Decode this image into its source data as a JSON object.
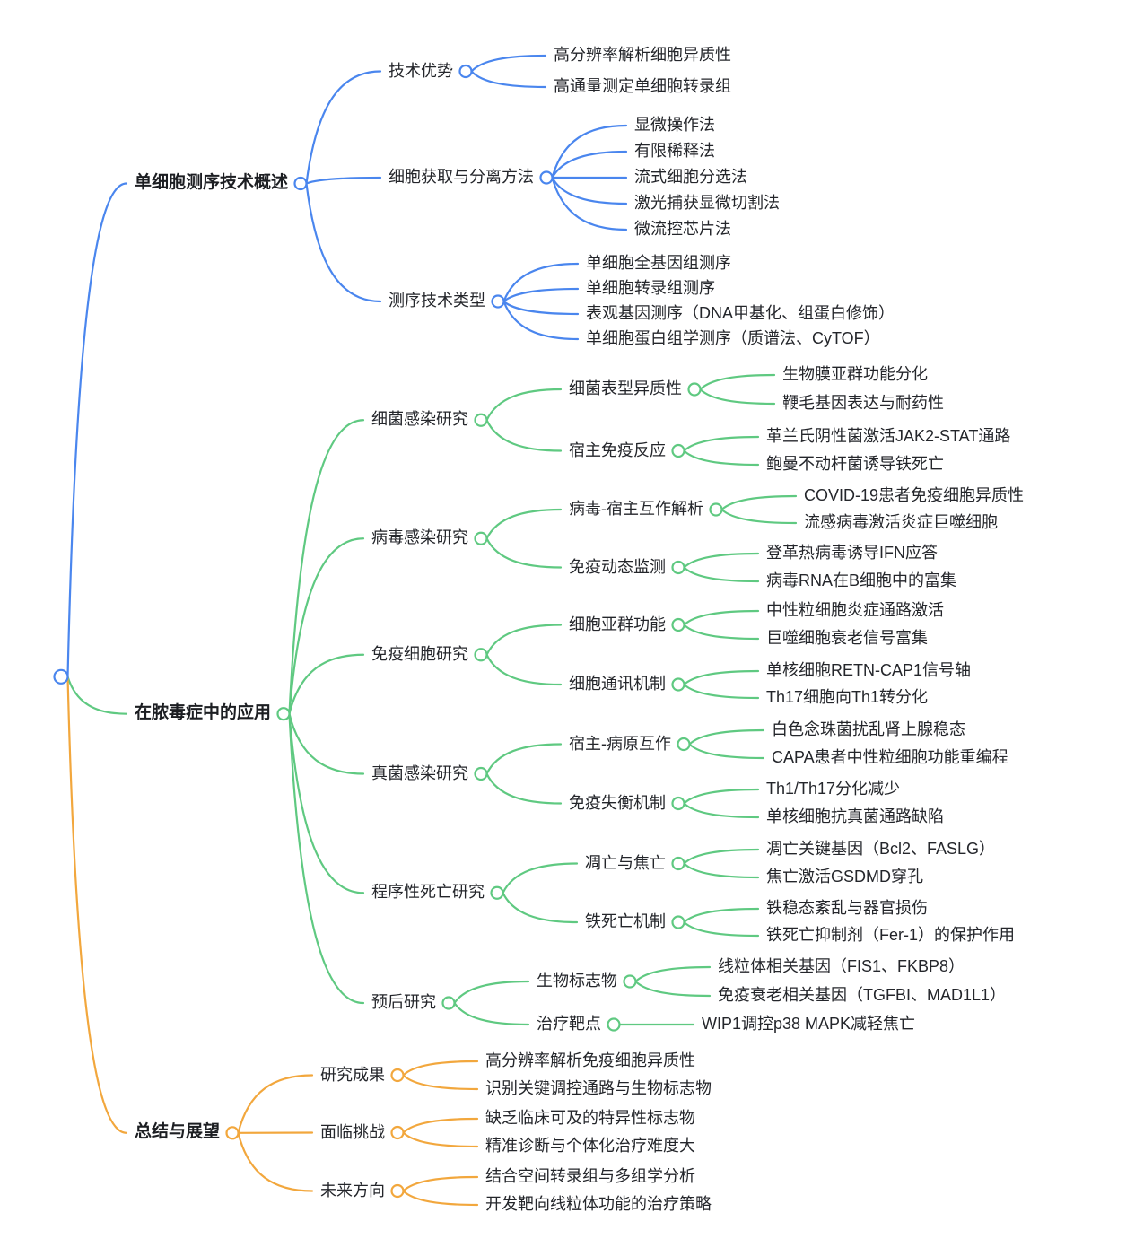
{
  "diagram_type": "mindmap",
  "colors": {
    "blue": "#4a86ee",
    "green": "#5fc981",
    "orange": "#f2a73d",
    "text": "#24262b",
    "background": "#ffffff"
  },
  "tree": {
    "label": "",
    "children": [
      {
        "label": "单细胞测序技术概述",
        "color": "blue",
        "children": [
          {
            "label": "技术优势",
            "children": [
              {
                "label": "高分辨率解析细胞异质性"
              },
              {
                "label": "高通量测定单细胞转录组"
              }
            ]
          },
          {
            "label": "细胞获取与分离方法",
            "children": [
              {
                "label": "显微操作法"
              },
              {
                "label": "有限稀释法"
              },
              {
                "label": "流式细胞分选法"
              },
              {
                "label": "激光捕获显微切割法"
              },
              {
                "label": "微流控芯片法"
              }
            ]
          },
          {
            "label": "测序技术类型",
            "children": [
              {
                "label": "单细胞全基因组测序"
              },
              {
                "label": "单细胞转录组测序"
              },
              {
                "label": "表观基因测序（DNA甲基化、组蛋白修饰）"
              },
              {
                "label": "单细胞蛋白组学测序（质谱法、CyTOF）"
              }
            ]
          }
        ]
      },
      {
        "label": "在脓毒症中的应用",
        "color": "green",
        "children": [
          {
            "label": "细菌感染研究",
            "children": [
              {
                "label": "细菌表型异质性",
                "children": [
                  {
                    "label": "生物膜亚群功能分化"
                  },
                  {
                    "label": "鞭毛基因表达与耐药性"
                  }
                ]
              },
              {
                "label": "宿主免疫反应",
                "children": [
                  {
                    "label": "革兰氏阴性菌激活JAK2-STAT通路"
                  },
                  {
                    "label": "鲍曼不动杆菌诱导铁死亡"
                  }
                ]
              }
            ]
          },
          {
            "label": "病毒感染研究",
            "children": [
              {
                "label": "病毒-宿主互作解析",
                "children": [
                  {
                    "label": "COVID-19患者免疫细胞异质性"
                  },
                  {
                    "label": "流感病毒激活炎症巨噬细胞"
                  }
                ]
              },
              {
                "label": "免疫动态监测",
                "children": [
                  {
                    "label": "登革热病毒诱导IFN应答"
                  },
                  {
                    "label": "病毒RNA在B细胞中的富集"
                  }
                ]
              }
            ]
          },
          {
            "label": "免疫细胞研究",
            "children": [
              {
                "label": "细胞亚群功能",
                "children": [
                  {
                    "label": "中性粒细胞炎症通路激活"
                  },
                  {
                    "label": "巨噬细胞衰老信号富集"
                  }
                ]
              },
              {
                "label": "细胞通讯机制",
                "children": [
                  {
                    "label": "单核细胞RETN-CAP1信号轴"
                  },
                  {
                    "label": "Th17细胞向Th1转分化"
                  }
                ]
              }
            ]
          },
          {
            "label": "真菌感染研究",
            "children": [
              {
                "label": "宿主-病原互作",
                "children": [
                  {
                    "label": "白色念珠菌扰乱肾上腺稳态"
                  },
                  {
                    "label": "CAPA患者中性粒细胞功能重编程"
                  }
                ]
              },
              {
                "label": "免疫失衡机制",
                "children": [
                  {
                    "label": "Th1/Th17分化减少"
                  },
                  {
                    "label": "单核细胞抗真菌通路缺陷"
                  }
                ]
              }
            ]
          },
          {
            "label": "程序性死亡研究",
            "children": [
              {
                "label": "凋亡与焦亡",
                "children": [
                  {
                    "label": "凋亡关键基因（Bcl2、FASLG）"
                  },
                  {
                    "label": "焦亡激活GSDMD穿孔"
                  }
                ]
              },
              {
                "label": "铁死亡机制",
                "children": [
                  {
                    "label": "铁稳态紊乱与器官损伤"
                  },
                  {
                    "label": "铁死亡抑制剂（Fer-1）的保护作用"
                  }
                ]
              }
            ]
          },
          {
            "label": "预后研究",
            "children": [
              {
                "label": "生物标志物",
                "children": [
                  {
                    "label": "线粒体相关基因（FIS1、FKBP8）"
                  },
                  {
                    "label": "免疫衰老相关基因（TGFBI、MAD1L1）"
                  }
                ]
              },
              {
                "label": "治疗靶点",
                "children": [
                  {
                    "label": "WIP1调控p38 MAPK减轻焦亡"
                  }
                ]
              }
            ]
          }
        ]
      },
      {
        "label": "总结与展望",
        "color": "orange",
        "children": [
          {
            "label": "研究成果",
            "children": [
              {
                "label": "高分辨率解析免疫细胞异质性"
              },
              {
                "label": "识别关键调控通路与生物标志物"
              }
            ]
          },
          {
            "label": "面临挑战",
            "children": [
              {
                "label": "缺乏临床可及的特异性标志物"
              },
              {
                "label": "精准诊断与个体化治疗难度大"
              }
            ]
          },
          {
            "label": "未来方向",
            "children": [
              {
                "label": "结合空间转录组与多组学分析"
              },
              {
                "label": "开发靶向线粒体功能的治疗策略"
              }
            ]
          }
        ]
      }
    ]
  }
}
